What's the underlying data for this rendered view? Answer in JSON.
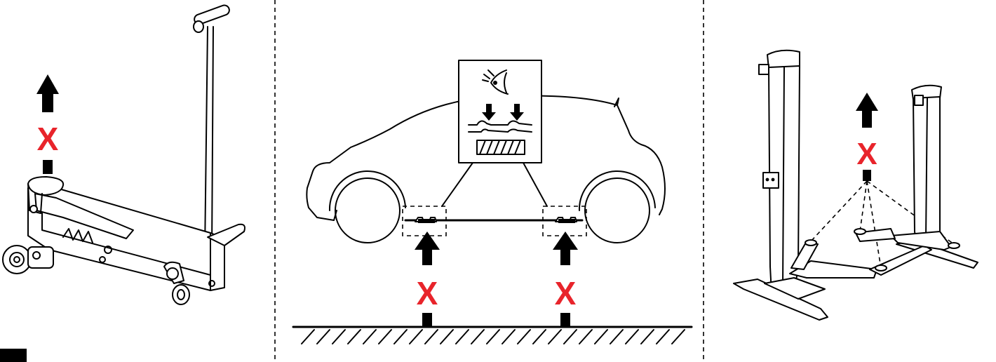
{
  "panels": [
    {
      "id": "floor-jack",
      "forbidden_mark": "X",
      "arrow": "up"
    },
    {
      "id": "car-lifting-points",
      "forbidden_marks": [
        "X",
        "X"
      ],
      "arrow": "up",
      "inset_icons": [
        "eye-icon",
        "down-arrow-icon",
        "down-arrow-icon"
      ]
    },
    {
      "id": "two-post-lift",
      "forbidden_mark": "X",
      "arrow": "up"
    }
  ],
  "colors": {
    "forbidden": "#e8242b",
    "line": "#000000",
    "background": "#ffffff"
  },
  "page_marker": ""
}
